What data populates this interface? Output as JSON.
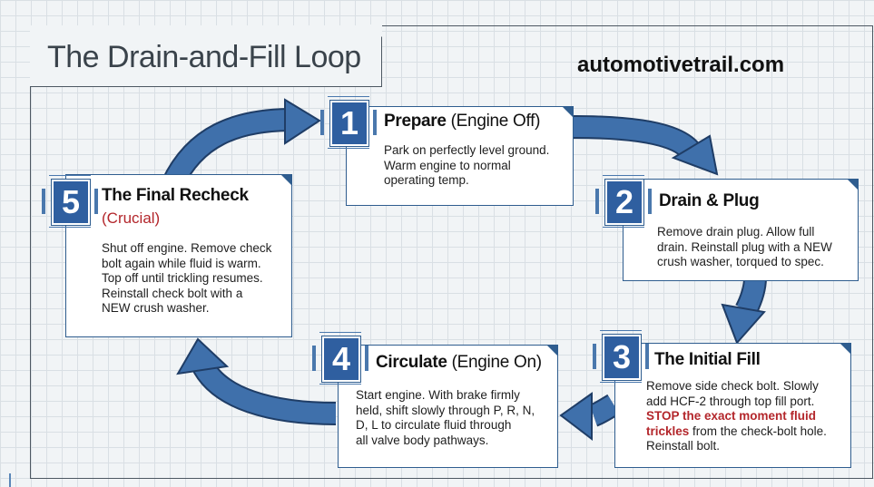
{
  "title": "The Drain-and-Fill Loop",
  "site": "automotivetrail.com",
  "colors": {
    "accent": "#2f5fa0",
    "warning": "#b3262b",
    "grid": "#d9dfe4"
  },
  "steps": [
    {
      "number": "1",
      "title": "Prepare",
      "subtitle": "(Engine Off)",
      "lines": [
        "Park on perfectly level ground.",
        "Warm engine to normal",
        "operating temp."
      ]
    },
    {
      "number": "2",
      "title": "Drain & Plug",
      "subtitle": "",
      "lines": [
        "Remove drain plug. Allow full",
        "drain. Reinstall plug with a NEW",
        "crush washer, torqued to spec."
      ]
    },
    {
      "number": "3",
      "title": "The Initial Fill",
      "subtitle": "",
      "lines": [
        "Remove side check bolt. Slowly",
        "add HCF-2 through top fill port."
      ],
      "warning_lines": [
        "STOP the exact moment fluid",
        "trickles"
      ],
      "after_warning": " from the check-bolt hole.",
      "tail_line": "Reinstall bolt."
    },
    {
      "number": "4",
      "title": "Circulate",
      "subtitle": "(Engine On)",
      "lines": [
        "Start engine. With brake firmly",
        "held, shift slowly through P, R, N,",
        "D, L to circulate fluid through",
        "all valve body pathways."
      ]
    },
    {
      "number": "5",
      "title": "The Final Recheck",
      "subtitle": "(Crucial)",
      "lines": [
        "Shut off engine. Remove check",
        "bolt again while fluid is warm.",
        "Top off until trickling resumes.",
        "Reinstall check bolt with a",
        "NEW crush washer."
      ]
    }
  ]
}
